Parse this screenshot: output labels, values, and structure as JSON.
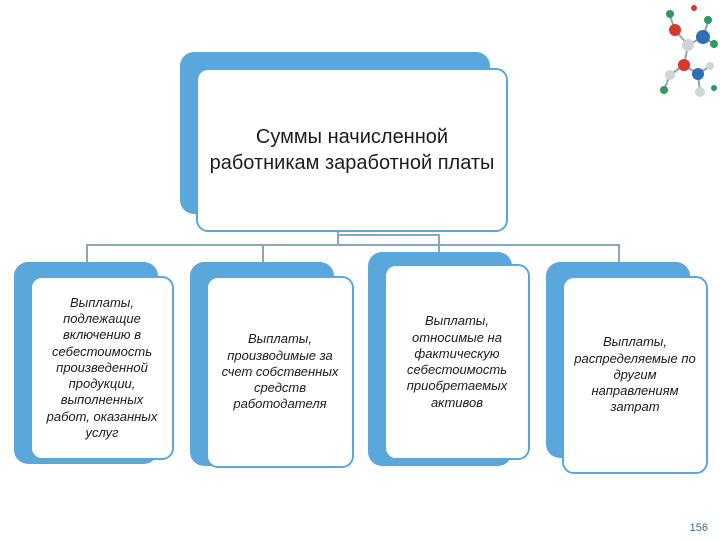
{
  "diagram": {
    "root": {
      "text": "Суммы начисленной работникам заработной платы"
    },
    "children": [
      {
        "text": "Выплаты, подлежащие включению в себестоимость произведенной продукции, выполненных работ, оказанных услуг"
      },
      {
        "text": "Выплаты, производимые за счет собственных средств работодателя"
      },
      {
        "text": "Выплаты, относимые на фактическую себестоимость приобретаемых активов"
      },
      {
        "text": "Выплаты, распределяемые по другим направлениям затрат"
      }
    ]
  },
  "footer": {
    "page_number": "156"
  },
  "colors": {
    "accent": "#5aa7dc",
    "connector": "#8aa8bd",
    "text": "#1c1c1c"
  },
  "decoration": {
    "icon": "molecule-icon"
  }
}
